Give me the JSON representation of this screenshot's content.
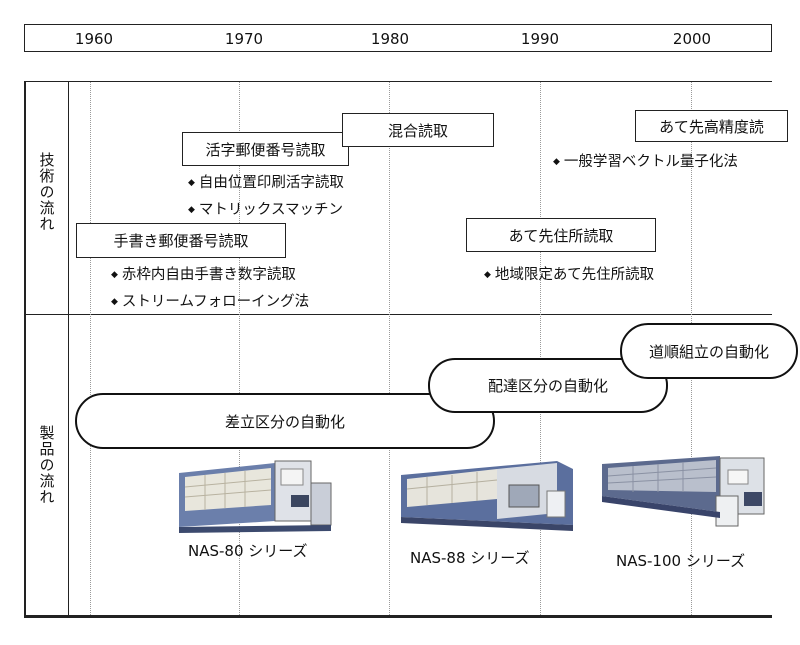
{
  "timeline": {
    "years": [
      "1960",
      "1970",
      "1980",
      "1990",
      "2000"
    ]
  },
  "sections": {
    "tech": "技術の流れ",
    "product": "製品の流れ"
  },
  "tech_boxes": [
    "活字郵便番号読取",
    "混合読取",
    "あて先高精度読",
    "手書き郵便番号読取",
    "あて先住所読取"
  ],
  "tech_points": [
    "自由位置印刷活字読取",
    "マトリックスマッチン",
    "赤枠内自由手書き数字読取",
    "ストリームフォローイング法",
    "一般学習ベクトル量子化法",
    "地域限定あて先住所読取"
  ],
  "products": [
    {
      "stage": "差立区分の自動化",
      "model": "NAS-80 シリーズ"
    },
    {
      "stage": "配達区分の自動化",
      "model": "NAS-88 シリーズ"
    },
    {
      "stage": "道順組立の自動化",
      "model": "NAS-100 シリーズ"
    }
  ],
  "colors": {
    "line": "#222222",
    "grid": "#9a9a9a",
    "machine_body": "#5b6f9e",
    "machine_panel": "#d9dde3"
  }
}
